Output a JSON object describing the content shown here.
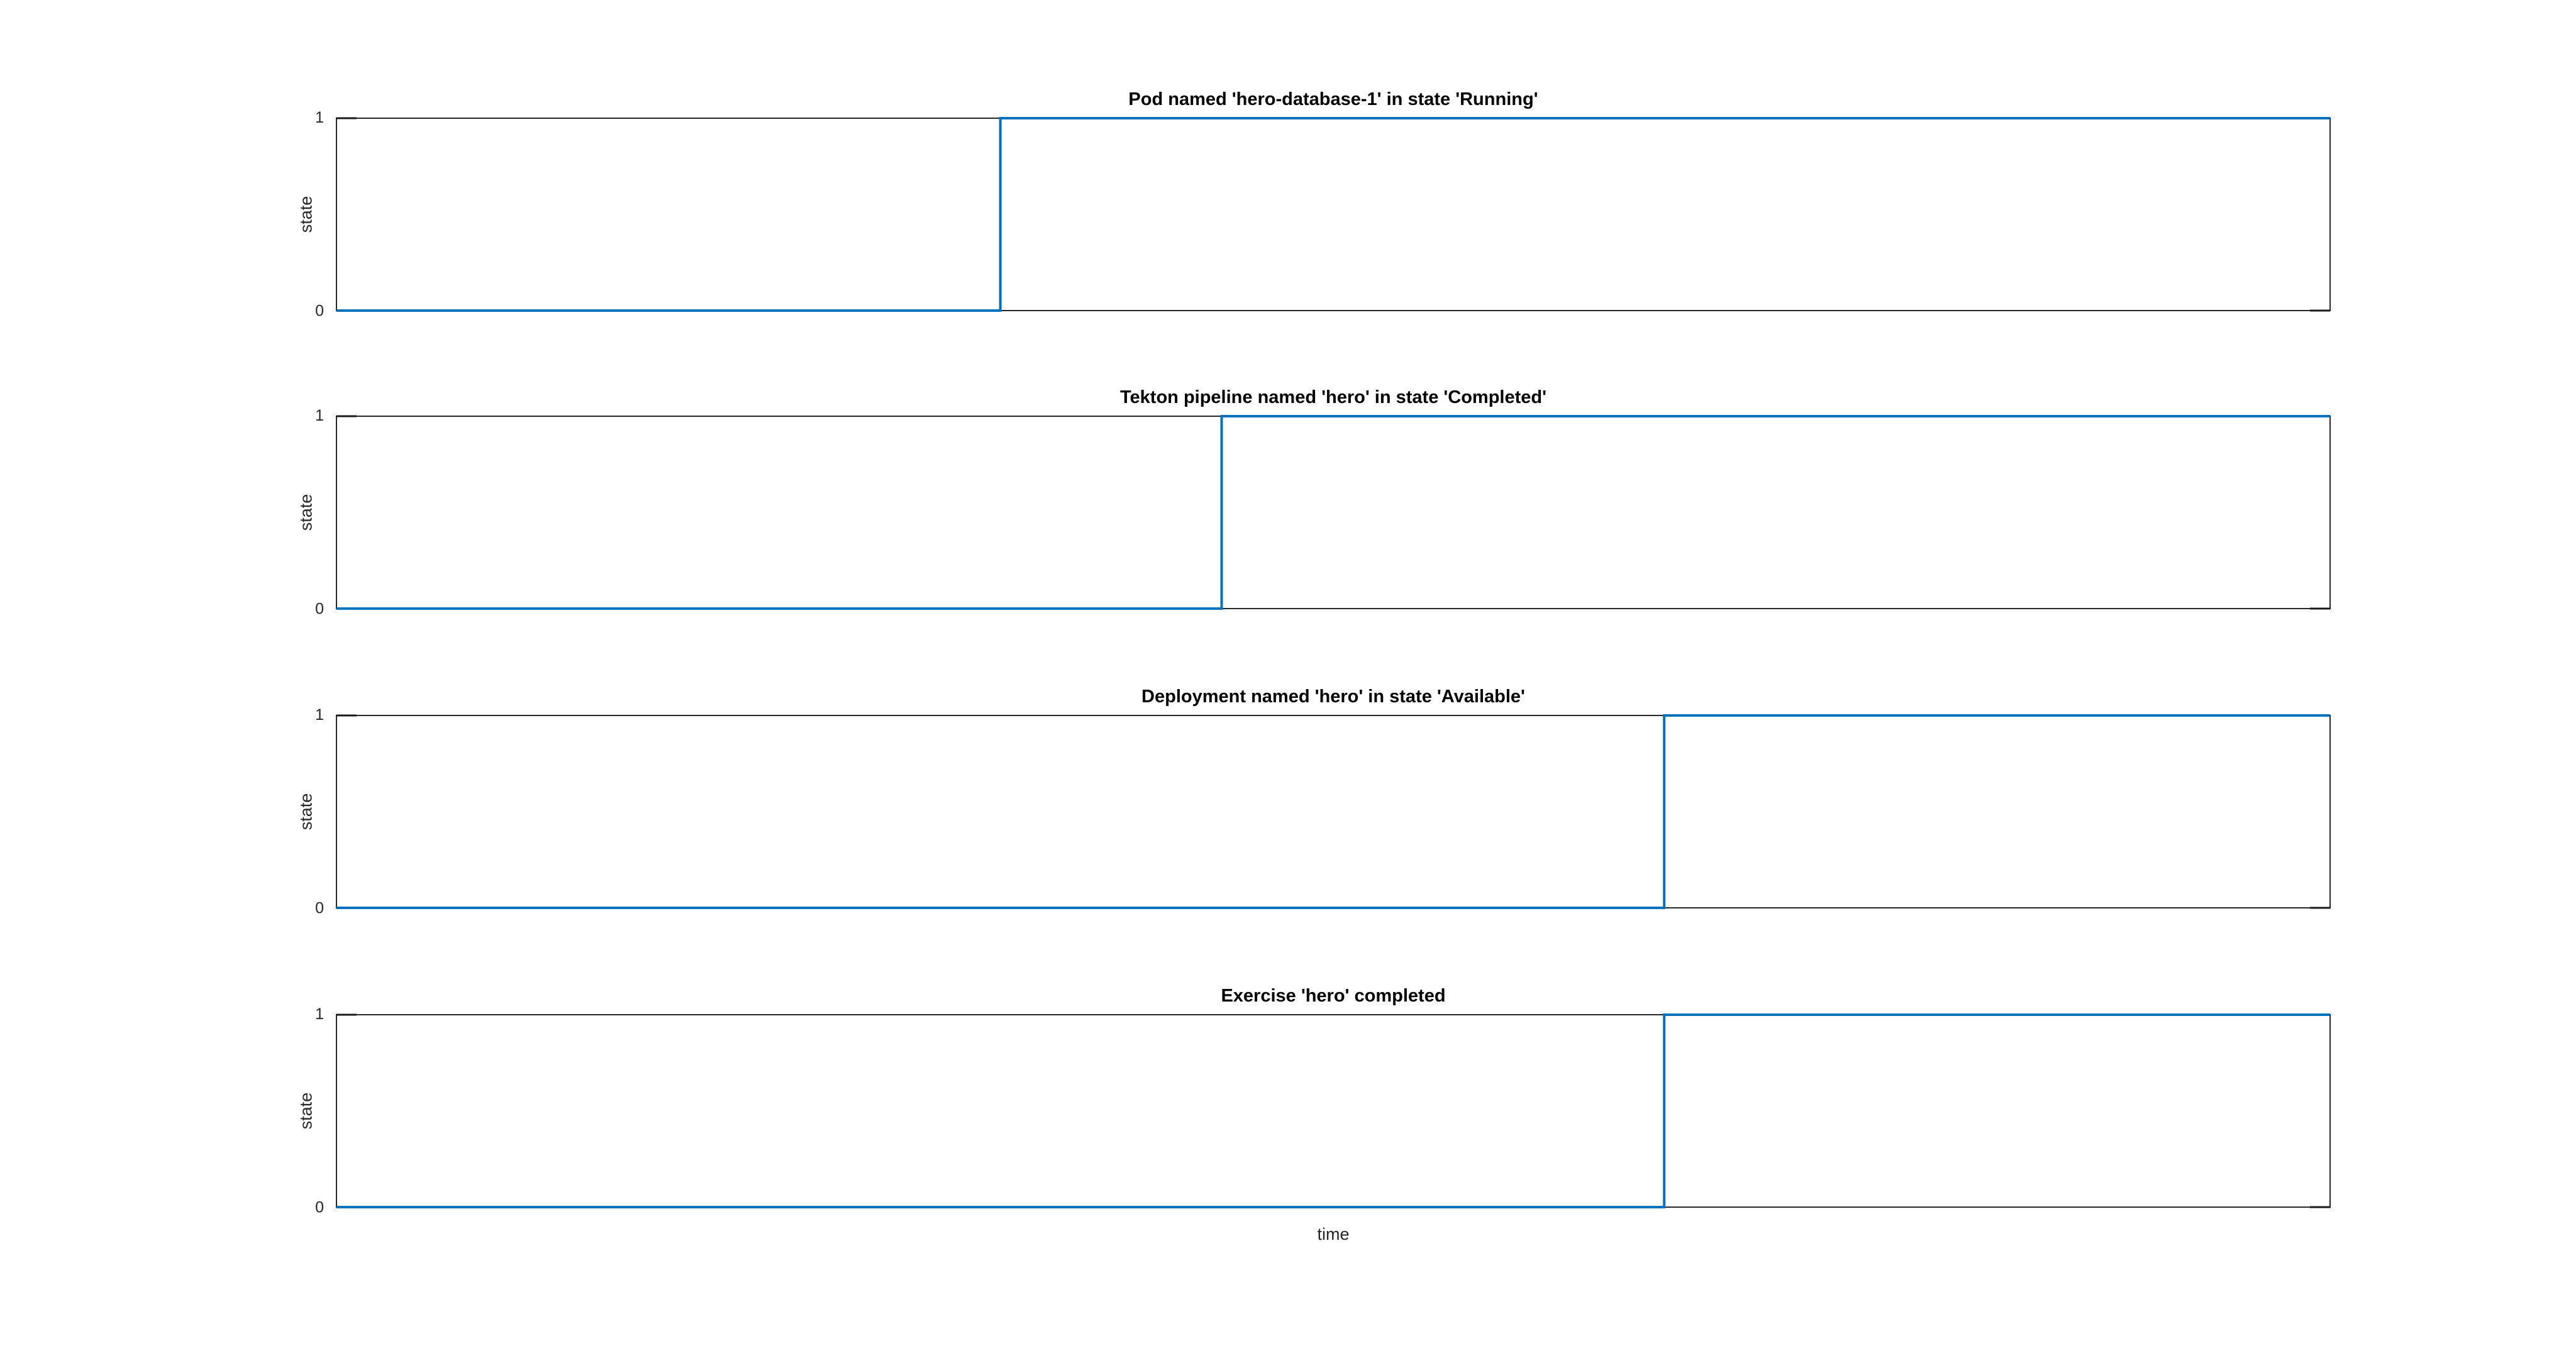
{
  "figure": {
    "background": "#ffffff",
    "colors": {
      "line": "#0072BD",
      "frame": "#262626",
      "tick": "#1a1a1a",
      "text": "#262626",
      "title_text": "#000000"
    }
  },
  "chart_data": [
    {
      "type": "line",
      "style": "step",
      "title": "Pod named 'hero-database-1' in state 'Running'",
      "xlabel": "",
      "ylabel": "state",
      "ylim": [
        0,
        1
      ],
      "yticks": [
        1,
        0
      ],
      "ytick_labels": [
        "1",
        "0"
      ],
      "x_range_fraction": [
        0,
        1
      ],
      "step_at_fraction": 0.333,
      "points": [
        [
          0,
          0
        ],
        [
          0.333,
          0
        ],
        [
          0.333,
          1
        ],
        [
          1,
          1
        ]
      ],
      "line_color": "#0072BD",
      "grid": false,
      "legend": null
    },
    {
      "type": "line",
      "style": "step",
      "title": "Tekton pipeline named 'hero' in state 'Completed'",
      "xlabel": "",
      "ylabel": "state",
      "ylim": [
        0,
        1
      ],
      "yticks": [
        1,
        0
      ],
      "ytick_labels": [
        "1",
        "0"
      ],
      "x_range_fraction": [
        0,
        1
      ],
      "step_at_fraction": 0.444,
      "points": [
        [
          0,
          0
        ],
        [
          0.444,
          0
        ],
        [
          0.444,
          1
        ],
        [
          1,
          1
        ]
      ],
      "line_color": "#0072BD",
      "grid": false,
      "legend": null
    },
    {
      "type": "line",
      "style": "step",
      "title": "Deployment named 'hero' in state 'Available'",
      "xlabel": "",
      "ylabel": "state",
      "ylim": [
        0,
        1
      ],
      "yticks": [
        1,
        0
      ],
      "ytick_labels": [
        "1",
        "0"
      ],
      "x_range_fraction": [
        0,
        1
      ],
      "step_at_fraction": 0.666,
      "points": [
        [
          0,
          0
        ],
        [
          0.666,
          0
        ],
        [
          0.666,
          1
        ],
        [
          1,
          1
        ]
      ],
      "line_color": "#0072BD",
      "grid": false,
      "legend": null
    },
    {
      "type": "line",
      "style": "step",
      "title": "Exercise 'hero' completed",
      "xlabel": "time",
      "ylabel": "state",
      "ylim": [
        0,
        1
      ],
      "yticks": [
        1,
        0
      ],
      "ytick_labels": [
        "1",
        "0"
      ],
      "x_range_fraction": [
        0,
        1
      ],
      "step_at_fraction": 0.666,
      "points": [
        [
          0,
          0
        ],
        [
          0.666,
          0
        ],
        [
          0.666,
          1
        ],
        [
          1,
          1
        ]
      ],
      "line_color": "#0072BD",
      "grid": false,
      "legend": null
    }
  ]
}
